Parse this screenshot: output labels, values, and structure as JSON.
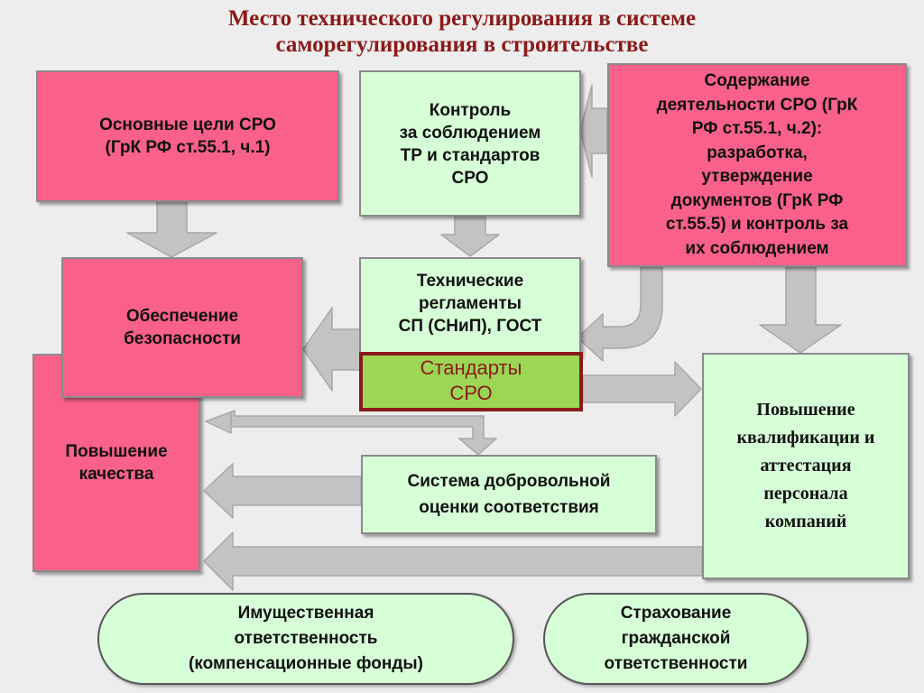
{
  "title": {
    "line1": "Место технического регулирования в системе",
    "line2": "саморегулирования в строительстве"
  },
  "boxes": {
    "goals": {
      "lines": [
        "Основные цели СРО",
        "(ГрК РФ ст.55.1,  ч.1)"
      ]
    },
    "control": {
      "lines": [
        "Контроль",
        "за соблюдением",
        "ТР и стандартов",
        "СРО"
      ]
    },
    "content": {
      "lines": [
        "Содержание",
        "деятельности СРО  (ГрК",
        "РФ ст.55.1,  ч.2):",
        "разработка,",
        "утверждение",
        "документов (ГрК РФ",
        "ст.55.5) и контроль за",
        "их соблюдением"
      ]
    },
    "safety": {
      "lines": [
        "Обеспечение",
        "безопасности"
      ]
    },
    "regulations": {
      "lines": [
        "Технические",
        "регламенты",
        "СП (СНиП), ГОСТ"
      ]
    },
    "standards": {
      "lines": [
        "Стандарты",
        "СРО"
      ]
    },
    "quality": {
      "lines": [
        "Повышение",
        "качества"
      ]
    },
    "assessment": {
      "lines": [
        "Система добровольной",
        "оценки соответствия"
      ]
    },
    "qualification": {
      "lines": [
        "Повышение",
        "квалификации и",
        "аттестация",
        "персонала",
        "компаний"
      ]
    }
  },
  "ovals": {
    "property": {
      "lines": [
        "Имущественная",
        "ответственность",
        "(компенсационные фонды)"
      ]
    },
    "insurance": {
      "lines": [
        "Страхование",
        "гражданской",
        "ответственности"
      ]
    }
  },
  "colors": {
    "pink": "#f9618a",
    "light_green": "#d7ffd7",
    "standard_green": "#9bd654",
    "title_red": "#8b1a1a",
    "arrow_gray": "#c3c3c3"
  }
}
